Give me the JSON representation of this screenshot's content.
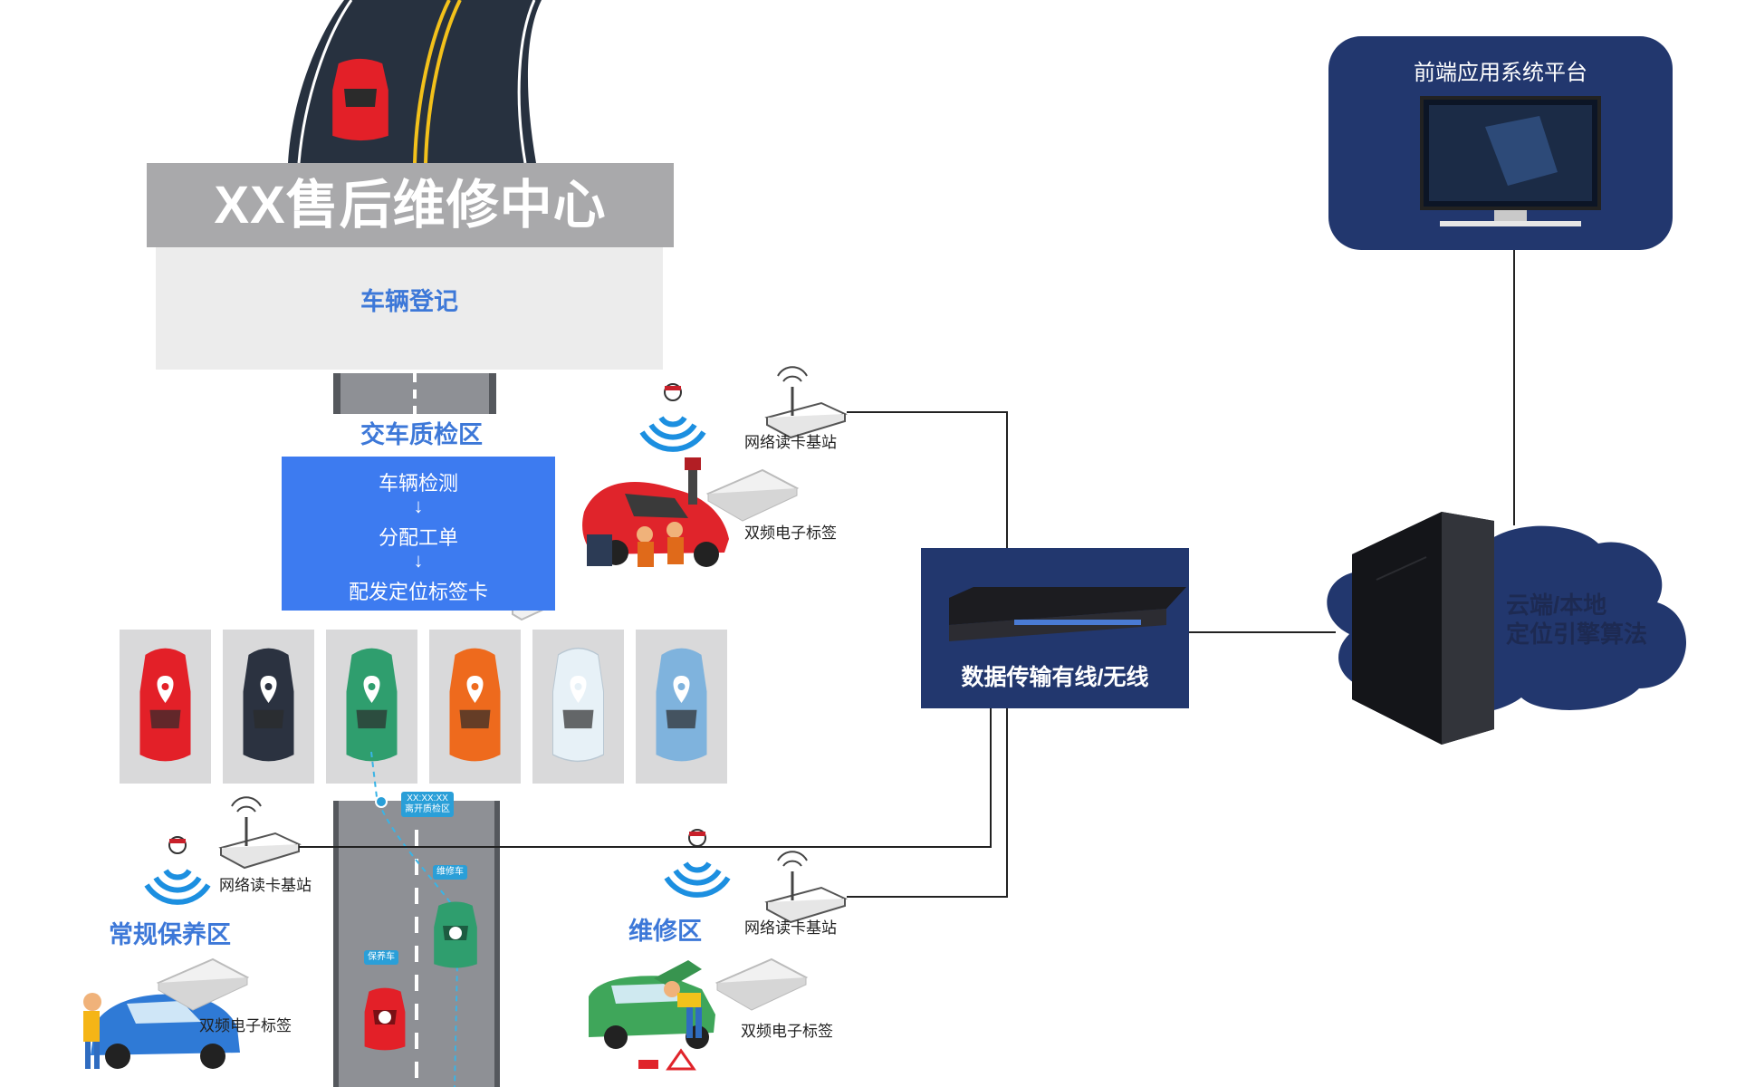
{
  "header": {
    "title": "XX售后维修中心",
    "registration": "车辆登记"
  },
  "zones": {
    "inspection": "交车质检区",
    "routine": "常规保养区",
    "repair": "维修区"
  },
  "process": {
    "steps": [
      "车辆检测",
      "分配工单",
      "配发定位标签卡"
    ]
  },
  "devices": {
    "base_station": "网络读卡基站",
    "tag": "双频电子标签"
  },
  "track": {
    "time_chip": "XX:XX:XX",
    "leave_chip": "离开质检区",
    "repair_car_chip": "维修车",
    "maintenance_car_chip": "保养车"
  },
  "network": {
    "transmission": "数据传输有线/无线",
    "cloud_line1": "云端/本地",
    "cloud_line2": "定位引擎算法",
    "platform": "前端应用系统平台"
  },
  "parking_car_colors": [
    "#e32028",
    "#2b3240",
    "#2f9e6e",
    "#ee6a1d",
    "#e7f1f7",
    "#7fb3dd"
  ],
  "colors": {
    "accent_blue": "#3d7bf0",
    "label_blue": "#3d78d8",
    "panel_navy": "#22376e",
    "road_dark": "#27313f",
    "road_grey": "#8e9095"
  }
}
